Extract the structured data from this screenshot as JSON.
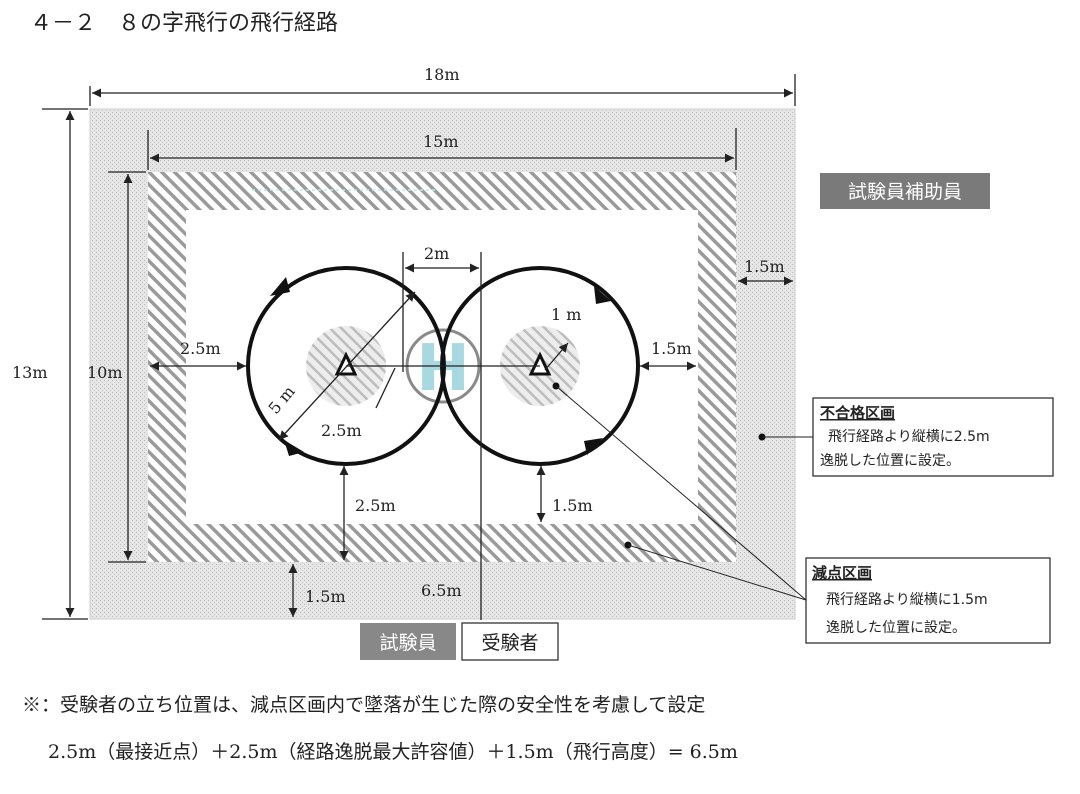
{
  "title": "４－２　８の字飛行の飛行経路",
  "dimensions": {
    "outer_width": "18m",
    "inner_width": "15m",
    "outer_height": "13m",
    "inner_height": "10m",
    "circle_gap": "2m",
    "zone_right": "1.5m",
    "left_clearance": "2.5m",
    "right_clearance": "1.5m",
    "radius": "5 m",
    "center_offset": "2.5m",
    "inner_radius": "1 m",
    "bottom_clearance_left": "2.5m",
    "bottom_clearance_right": "1.5m",
    "bottom_zone": "1.5m",
    "examinee_distance": "6.5m"
  },
  "helipad_label": "H",
  "roles": {
    "assistant": "試験員補助員",
    "examiner": "試験員",
    "examinee": "受験者"
  },
  "callouts": {
    "fail": {
      "title": "不合格区画",
      "line1": "飛行経路より縦横に2.5m",
      "line2": "逸脱した位置に設定。"
    },
    "deduct": {
      "title": "減点区画",
      "line1": "飛行経路より縦横に1.5m",
      "line2": "逸脱した位置に設定。"
    }
  },
  "footnote": {
    "line1": "※：受験者の立ち位置は、減点区画内で墜落が生じた際の安全性を考慮して設定",
    "line2": "2.5m（最接近点）＋2.5m（経路逸脱最大許容値）＋1.5m（飛行高度）= 6.5m"
  },
  "colors": {
    "outer_zone": "#e2e2e2",
    "hatch": "#9a9a9a",
    "assistant_label_bg": "#7a7a7a",
    "examiner_label_bg": "#888888",
    "helipad_letter": "#a8d8e0"
  }
}
